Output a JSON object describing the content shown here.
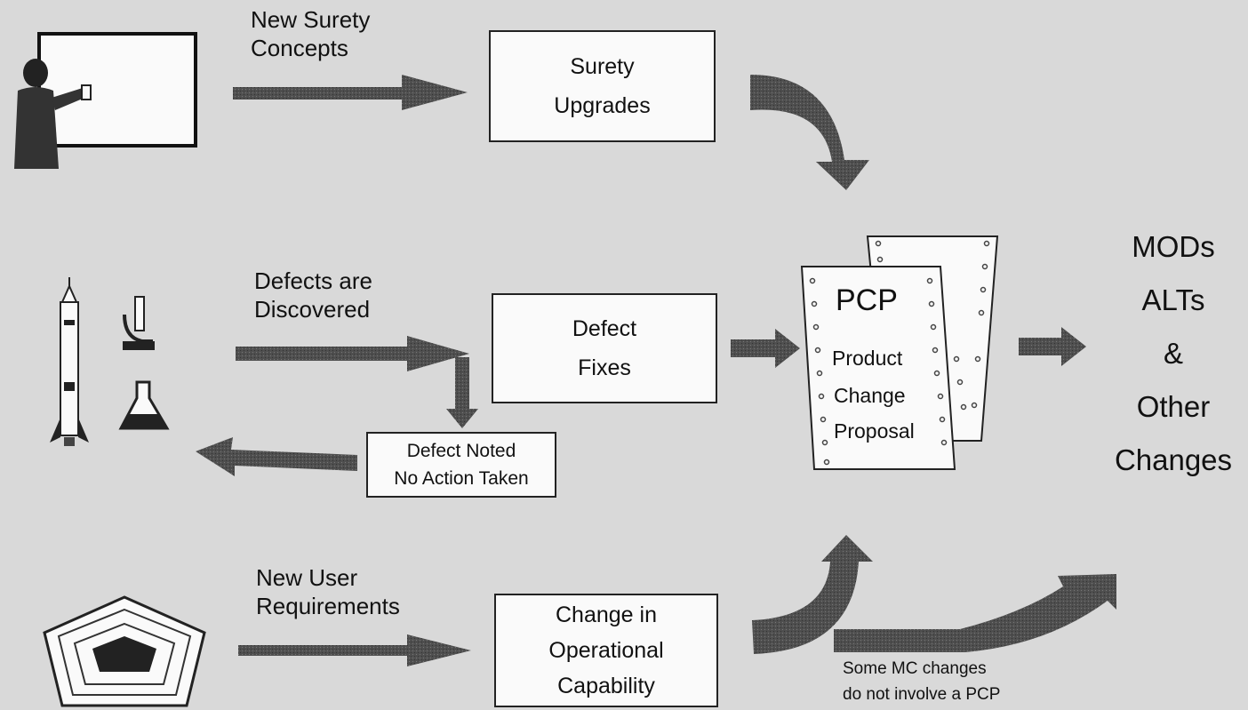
{
  "flows": {
    "surety": {
      "input_label": "New Surety\nConcepts",
      "box_label": "Surety\nUpgrades"
    },
    "defects": {
      "input_label": "Defects are\nDiscovered",
      "box_label": "Defect\nFixes",
      "no_action_label": "Defect Noted\nNo Action Taken"
    },
    "user": {
      "input_label": "New User\nRequirements",
      "box_label": "Change in\nOperational\nCapability",
      "bypass_note": "Some MC changes\ndo not involve a PCP"
    }
  },
  "pcp": {
    "acronym": "PCP",
    "line1": "Product",
    "line2": "Change",
    "line3": "Proposal"
  },
  "outcome": {
    "line1": "MODs",
    "line2": "ALTs",
    "line3": "&",
    "line4": "Other",
    "line5": "Changes"
  },
  "icons": {
    "teacher": "teacher-whiteboard-icon",
    "rocket": "rocket-icon",
    "microscope": "microscope-icon",
    "flask": "flask-icon",
    "pentagon": "pentagon-building-icon"
  },
  "colors": {
    "background": "#d9d9d9",
    "arrow": "#555555",
    "box": "#fafafa",
    "ink": "#111111"
  }
}
